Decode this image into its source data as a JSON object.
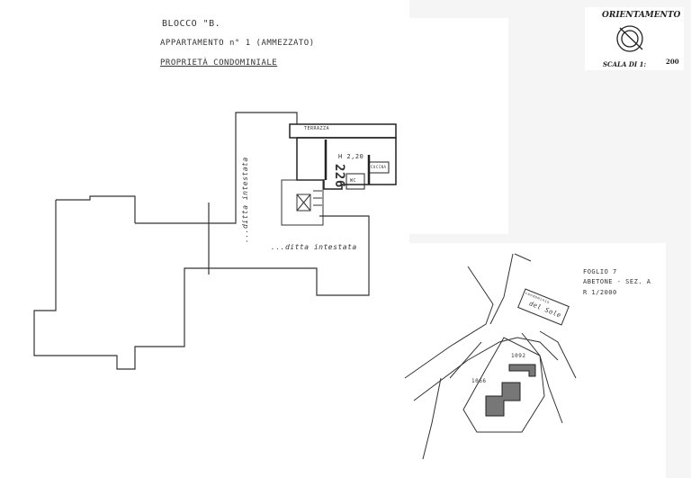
{
  "header": {
    "block": "BLOCCO \"B.",
    "apartment": "APPARTAMENTO n° 1 (AMMEZZATO)",
    "ownership": "PROPRIETÀ CONDOMINIALE"
  },
  "orientation": {
    "title": "ORIENTAMENTO",
    "scale_label": "SCALA DI 1:",
    "scale_value": "200",
    "icon": "compass-icon"
  },
  "floor_plan": {
    "terrace_label": "TERRAZZA",
    "height_label": "H 2,20",
    "room_number": "226",
    "kitchen_label": "CUCINA",
    "wc_label": "WC",
    "owner_label_vertical": "...ditta intestata",
    "owner_label_horizontal": "...ditta intestata"
  },
  "site_plan": {
    "sheet": "FOGLIO 7",
    "location": "ABETONE - SEZ. A",
    "scale": "R 1/2000",
    "road_label_top": "condominio",
    "road_label": "del Sole",
    "parcel_1": "1092",
    "parcel_2": "1066"
  }
}
